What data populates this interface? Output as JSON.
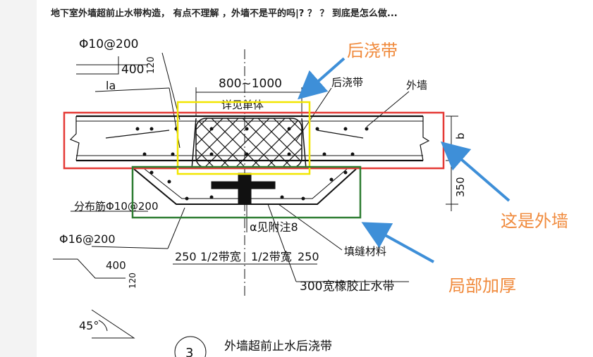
{
  "question": {
    "title": "地下室外墙超前止水带构造， 有点不理解 ，外墙不是平的吗|? ？ ？ 到底是怎么做..."
  },
  "drawing": {
    "rebar_top": "Φ10@200",
    "dim_400_a": "400",
    "dim_120_a": "120",
    "la": "la",
    "width_range": "800~1000",
    "see_detail": "详见单体",
    "post_pour_label": "后浇带",
    "outer_wall_label": "外墙",
    "dim_b": "b",
    "dim_350": "350",
    "dist_rebar": "分布筋Φ10@200",
    "alpha_note": "α见附注8",
    "rebar_bottom": "Φ16@200",
    "dim_250_l": "250",
    "half_width_l": "1/2带宽",
    "half_width_r": "1/2带宽",
    "dim_250_r": "250",
    "filler": "填缝材料",
    "waterstop": "300宽橡胶止水带",
    "dim_400_b": "400",
    "dim_120_b": "120",
    "angle": "45°",
    "detail_no": "3",
    "caption": "外墙超前止水后浇带"
  },
  "annotations": {
    "post_pour": "后浇带",
    "outer_wall": "这是外墙",
    "local_thick": "局部加厚"
  },
  "colors": {
    "red_box": "#e53935",
    "yellow_box": "#f2e600",
    "green_box": "#2e7d32",
    "arrow": "#3e8fd8",
    "annotation_text": "#f08a3c"
  }
}
